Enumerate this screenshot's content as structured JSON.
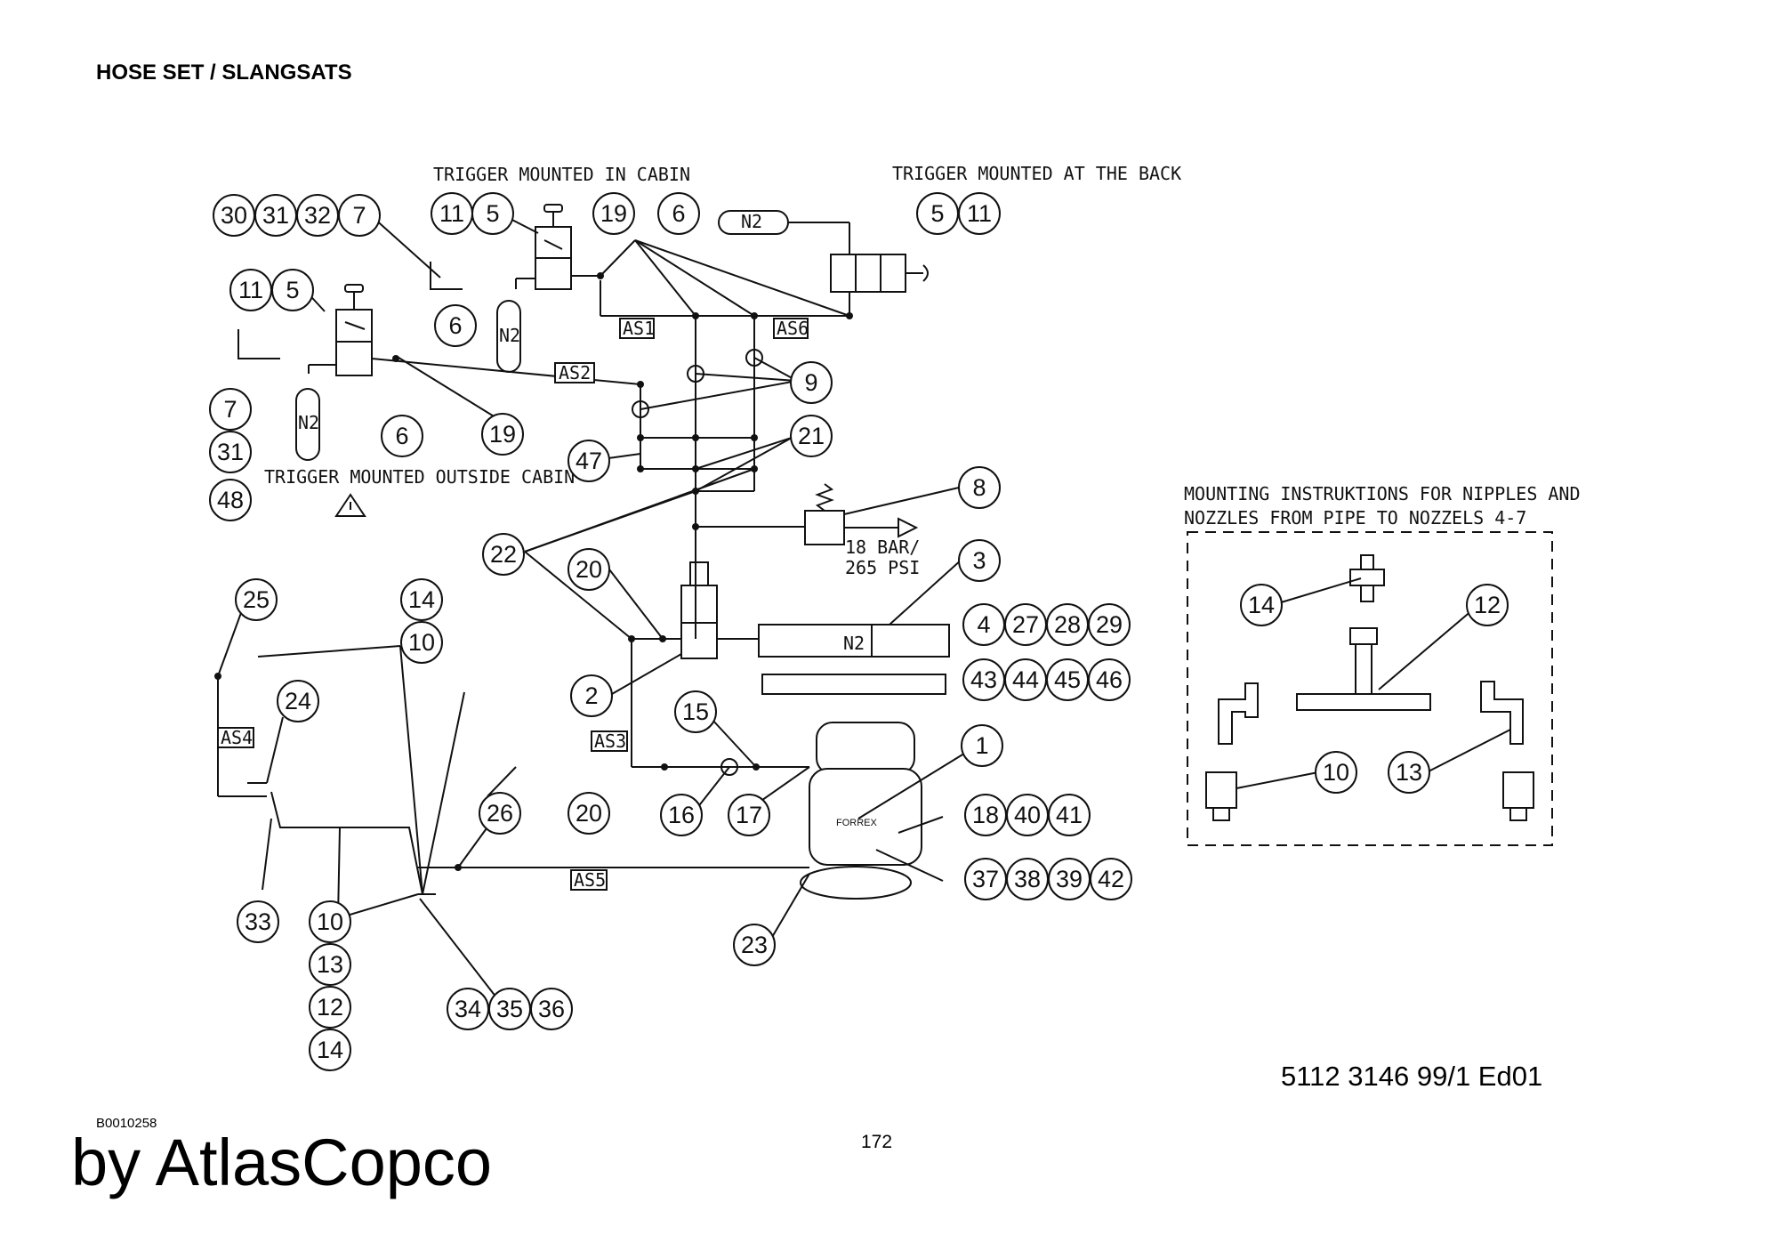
{
  "header": {
    "title": "HOSE SET / SLANGSATS"
  },
  "footer": {
    "code": "B0010258",
    "brand": "by AtlasCopco",
    "page_number": "172",
    "part_reference": "5112 3146 99/1  Ed01"
  },
  "diagram": {
    "labels": {
      "trigger_cabin": "TRIGGER MOUNTED IN CABIN",
      "trigger_back": "TRIGGER MOUNTED AT THE BACK",
      "trigger_outside": "TRIGGER MOUNTED OUTSIDE CABIN",
      "as1": "AS1",
      "as2": "AS2",
      "as3": "AS3",
      "as4": "AS4",
      "as5": "AS5",
      "as6": "AS6",
      "n2": "N2",
      "pressure_1": "18 BAR/",
      "pressure_2": "265 PSI",
      "forrex": "FORREX",
      "mount_1": "MOUNTING INSTRUKTIONS FOR NIPPLES AND",
      "mount_2": "NOZZLES FROM PIPE TO NOZZELS 4-7"
    },
    "balloons": [
      "30",
      "31",
      "32",
      "7",
      "11",
      "5",
      "19",
      "6",
      "5",
      "11",
      "11",
      "5",
      "6",
      "7",
      "31",
      "48",
      "19",
      "6",
      "9",
      "21",
      "47",
      "8",
      "22",
      "20",
      "3",
      "4",
      "27",
      "28",
      "29",
      "43",
      "44",
      "45",
      "46",
      "25",
      "14",
      "10",
      "24",
      "2",
      "15",
      "1",
      "26",
      "20",
      "16",
      "17",
      "18",
      "40",
      "41",
      "33",
      "10",
      "13",
      "12",
      "14",
      "37",
      "38",
      "39",
      "42",
      "23",
      "34",
      "35",
      "36",
      "14",
      "12",
      "10",
      "13"
    ]
  }
}
